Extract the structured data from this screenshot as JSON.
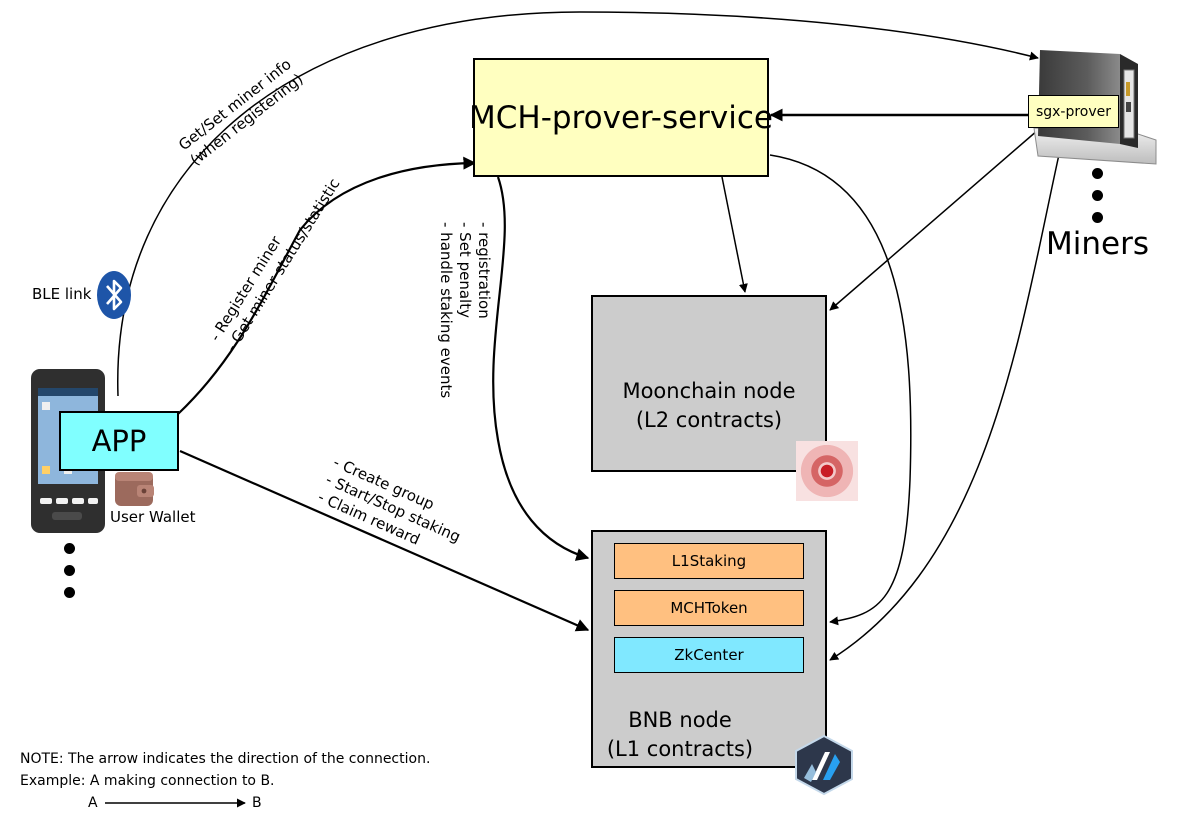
{
  "service": {
    "label": "MCH-prover-service",
    "fill": "#ffffc0"
  },
  "prover": {
    "label": "sgx-prover"
  },
  "miners": {
    "label": "Miners"
  },
  "ble": {
    "label": "BLE link",
    "icon": "bluetooth-icon",
    "color": "#1e55a8"
  },
  "app": {
    "label": "APP",
    "fill": "#80ffff"
  },
  "wallet": {
    "label": "User Wallet",
    "icon": "wallet-icon",
    "color": "#9c6a5d"
  },
  "moonchain": {
    "label": "Moonchain node\n(L2 contracts)",
    "fill": "#cccccc",
    "logo": "moonchain-logo-icon"
  },
  "bnb": {
    "label": "BNB node\n(L1 contracts)",
    "fill": "#cccccc",
    "logo": "arbitrum-logo-icon",
    "contracts": [
      {
        "label": "L1Staking",
        "fill": "#ffc080"
      },
      {
        "label": "MCHToken",
        "fill": "#ffc080"
      },
      {
        "label": "ZkCenter",
        "fill": "#80e8ff"
      }
    ]
  },
  "edges": {
    "get_set": "Get/Set miner info\n(when registering)",
    "register": "- Register miner\n- Get miner status/statistic",
    "registration": "- registration\n- Set penalty\n- handle staking events",
    "staking": "- Create group\n- Start/Stop staking\n- Claim reward"
  },
  "note": {
    "line1": "NOTE: The arrow indicates the direction of the connection.",
    "line2": "Example: A making connection to B.",
    "a": "A",
    "b": "B"
  }
}
